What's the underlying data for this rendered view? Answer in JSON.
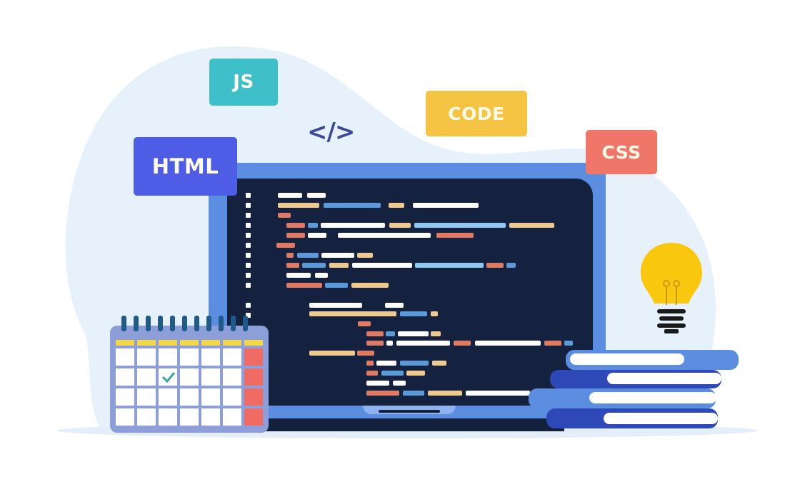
{
  "illustration": {
    "description": "Flat illustration of a laptop showing code with floating language tags, a calendar, a light bulb and a stack of books",
    "tags": [
      {
        "label": "JS",
        "color": "#3fbfc9"
      },
      {
        "label": "CODE",
        "color": "#f5c443"
      },
      {
        "label": "HTML",
        "color": "#4d5de6"
      },
      {
        "label": "CSS",
        "color": "#f0766a"
      }
    ],
    "code_symbol": "</>",
    "colors": {
      "background_blob": "#e6f1fb",
      "laptop_frame": "#5b8ee0",
      "screen": "#15223f",
      "code_white": "#ffffff",
      "code_orange": "#f0c98e",
      "code_blue": "#5b9ad8",
      "code_red": "#e07a63",
      "code_lightblue": "#8fc8f0",
      "calendar_body": "#8d9ed8",
      "calendar_header": "#f3d74b",
      "calendar_weekend": "#f06b64",
      "bulb": "#f9c80e",
      "books_light": "#5b8ee0",
      "books_dark": "#2e48b8"
    }
  }
}
